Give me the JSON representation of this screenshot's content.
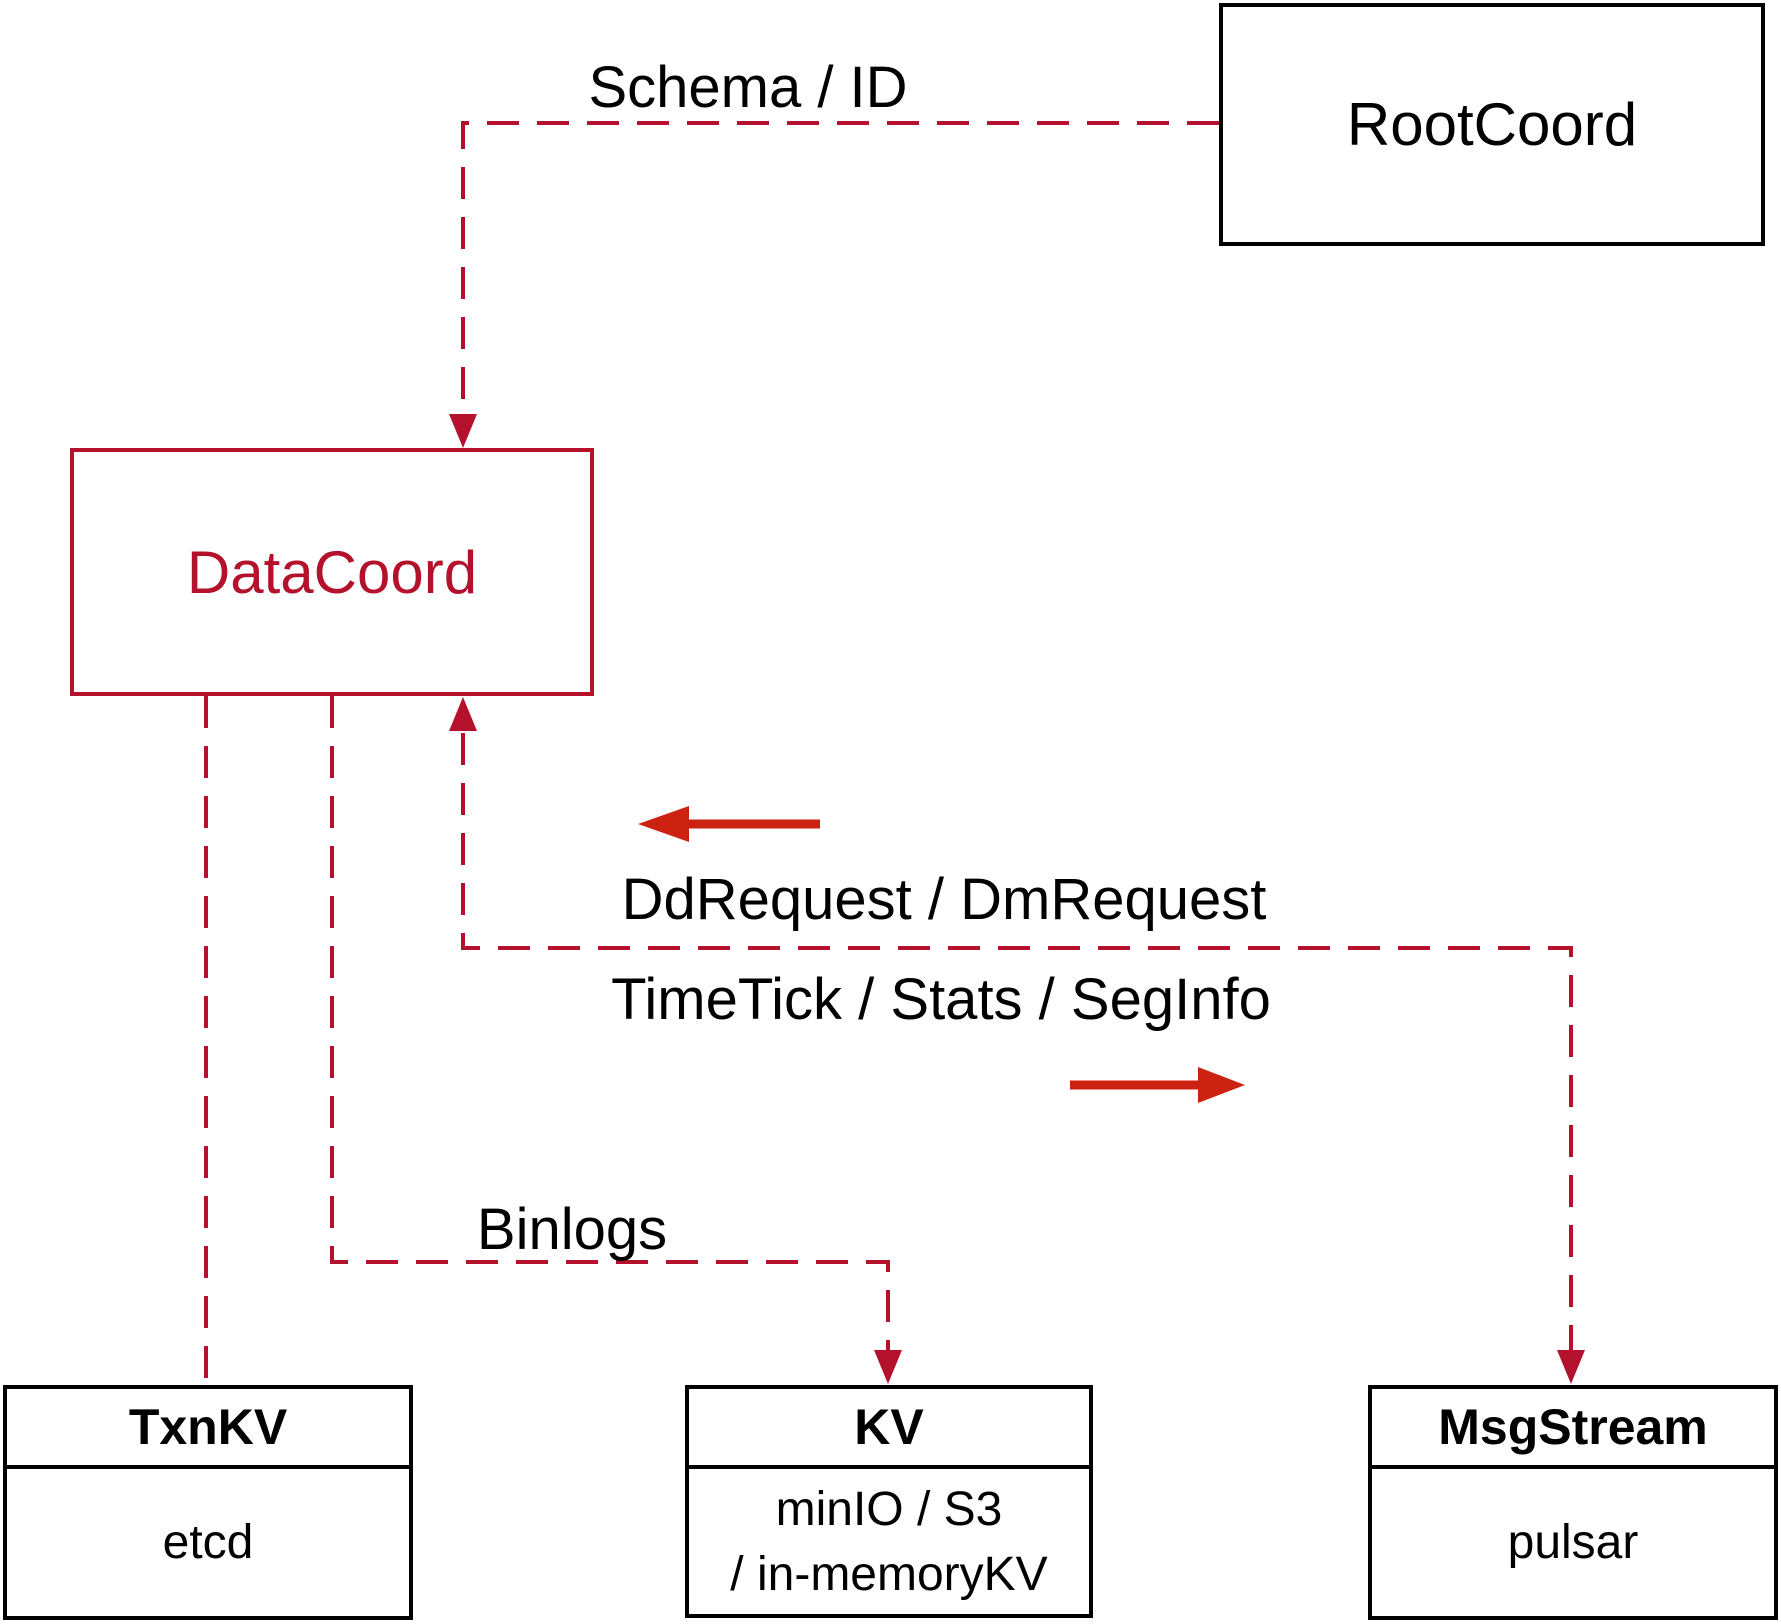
{
  "diagram": {
    "nodes": {
      "rootcoord": {
        "label": "RootCoord"
      },
      "datacoord": {
        "label": "DataCoord"
      },
      "txnkv": {
        "title": "TxnKV",
        "body": "etcd"
      },
      "kv": {
        "title": "KV",
        "body_line1": "minIO / S3",
        "body_line2": "/ in-memoryKV"
      },
      "msgstream": {
        "title": "MsgStream",
        "body": "pulsar"
      }
    },
    "edge_labels": {
      "schema_id": "Schema / ID",
      "dd_request": "DdRequest / DmRequest",
      "time_tick": "TimeTick / Stats / SegInfo",
      "binlogs": "Binlogs"
    },
    "colors": {
      "dashed_line": "#b4122c",
      "solid_arrow": "#cc2211",
      "box_border": "#000000",
      "background": "#ffffff"
    }
  }
}
